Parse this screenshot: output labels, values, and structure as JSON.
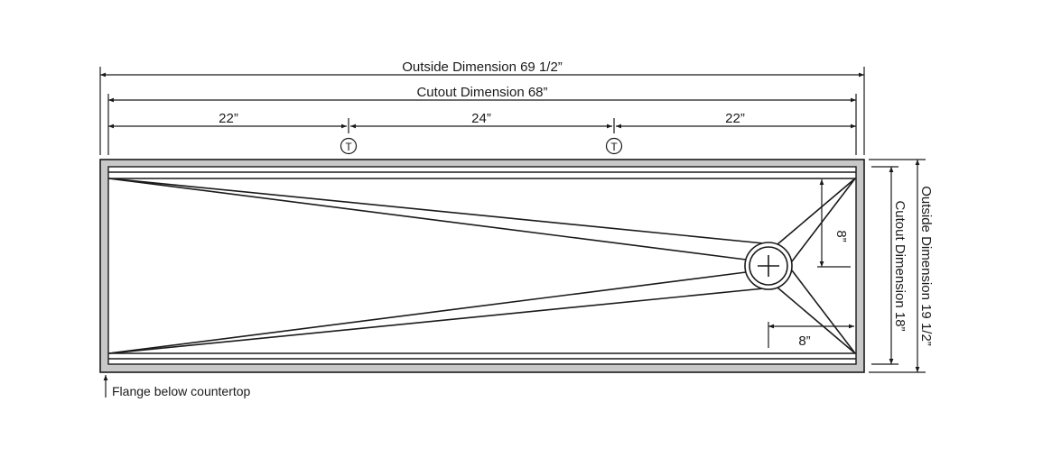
{
  "labels": {
    "outside_width": "Outside Dimension 69 1/2”",
    "cutout_width": "Cutout Dimension 68”",
    "segment_left": "22”",
    "segment_middle": "24”",
    "segment_right": "22”",
    "tap_marker": "T",
    "outside_depth": "Outside Dimension 19 1/2”",
    "cutout_depth": "Cutout Dimension 18”",
    "drain_offset_vertical": "8”",
    "drain_offset_horizontal": "8”",
    "flange_note": "Flange below countertop"
  },
  "colors": {
    "flange": "#c8c8c8",
    "line": "#1a1a1a"
  }
}
